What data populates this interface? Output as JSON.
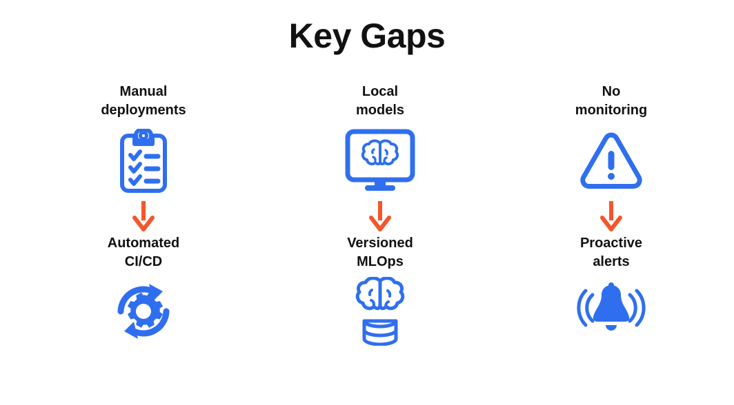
{
  "slide": {
    "title": "Key Gaps",
    "background_color": "#ffffff",
    "title_color": "#111111",
    "icon_color": "#2F6FEF",
    "arrow_color": "#F4562A"
  },
  "columns": [
    {
      "gap_label": "Manual\ndeployments",
      "gap_icon": "clipboard-checklist-icon",
      "arrow_icon": "down-arrow-icon",
      "fix_label": "Automated\nCI/CD",
      "fix_icon": "gear-refresh-icon"
    },
    {
      "gap_label": "Local\nmodels",
      "gap_icon": "monitor-brain-icon",
      "arrow_icon": "down-arrow-icon",
      "fix_label": "Versioned\nMLOps",
      "fix_icon": "brain-database-icon"
    },
    {
      "gap_label": "No\nmonitoring",
      "gap_icon": "warning-triangle-icon",
      "arrow_icon": "down-arrow-icon",
      "fix_label": "Proactive\nalerts",
      "fix_icon": "ringing-bell-icon"
    }
  ]
}
